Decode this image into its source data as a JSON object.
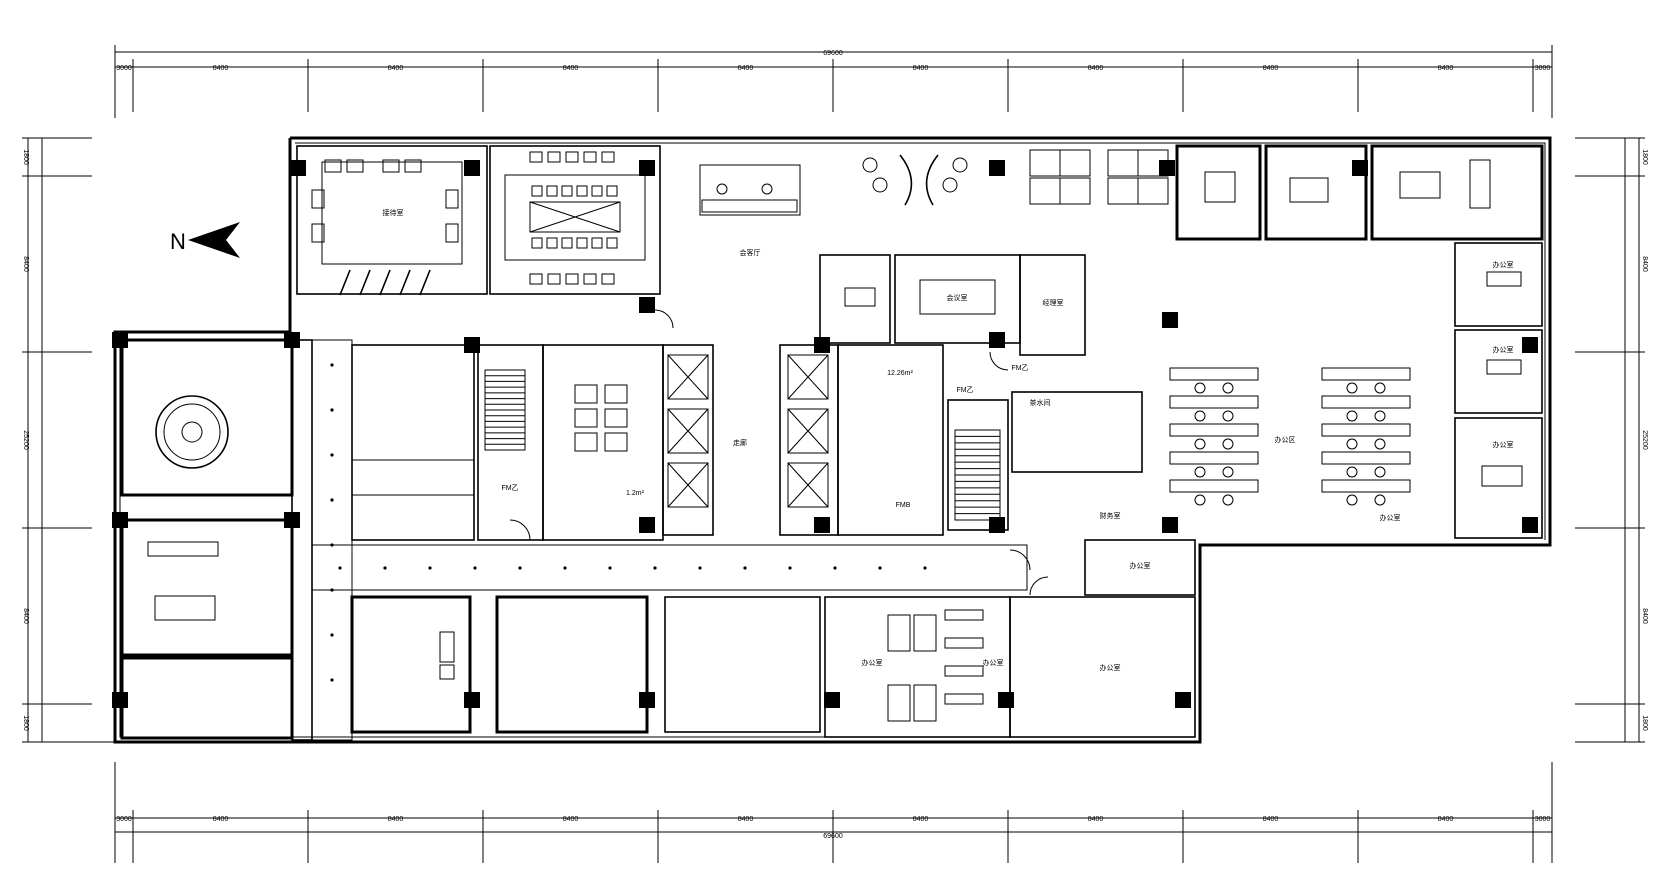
{
  "north_label": "N",
  "dimensions": {
    "top_total": "69600",
    "top_spans": [
      "3000",
      "8400",
      "8400",
      "8400",
      "8400",
      "8400",
      "8400",
      "8400",
      "8400",
      "3000"
    ],
    "bottom_total": "69600",
    "bottom_spans": [
      "3000",
      "8400",
      "8400",
      "8400",
      "8400",
      "8400",
      "8400",
      "8400",
      "8400",
      "3000"
    ],
    "left_spans": [
      "1800",
      "8400",
      "25200",
      "8400",
      "1800"
    ],
    "right_spans": [
      "1800",
      "8400",
      "25200",
      "8400",
      "1800"
    ]
  },
  "room_labels": {
    "reception": "接待室",
    "lobby": "会客厅",
    "meeting": "会议室",
    "manager": "经理室",
    "corridor": "走廊",
    "office_open": "办公区",
    "fm2_a": "FM乙",
    "fm2_b": "FM乙",
    "fm2_c": "FM乙",
    "fmb": "FMB",
    "area_a": "12.26m²",
    "area_b": "1.2m²",
    "finance": "财务室",
    "tea": "茶水间",
    "office_a": "办公室",
    "office_b": "办公室",
    "office_c": "办公室",
    "office_d": "办公室",
    "office_e": "办公室",
    "office_f": "办公室",
    "office_g": "办公室",
    "office_h": "办公室"
  }
}
